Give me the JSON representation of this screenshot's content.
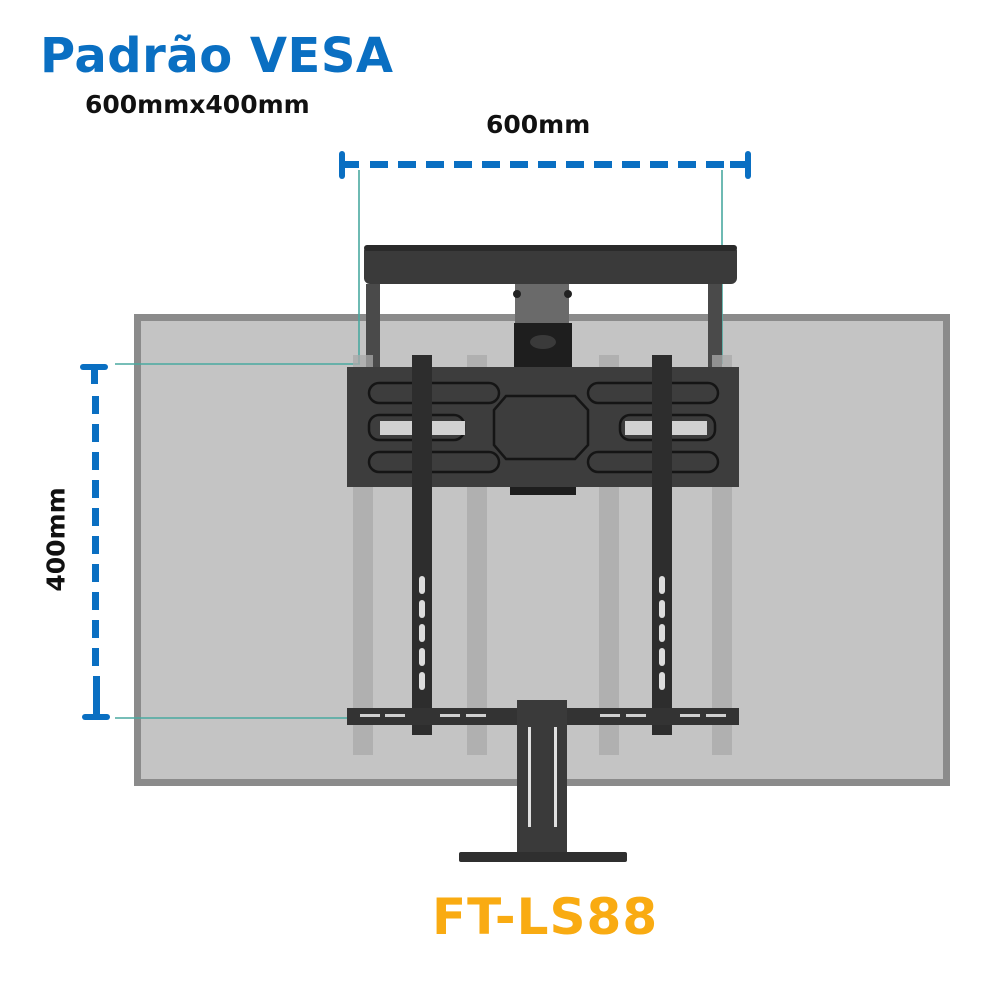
{
  "header": {
    "title": "Padrão VESA",
    "subtitle": "600mmx400mm"
  },
  "dimensions": {
    "width_label": "600mm",
    "height_label": "400mm"
  },
  "product": {
    "model": "FT-LS88"
  },
  "colors": {
    "title_blue": "#0a6fc2",
    "dimension_blue": "#0a6fc2",
    "model_orange": "#f9ab12",
    "guide_teal": "#4aa9a0",
    "tv_screen": "#c4c4c4",
    "tv_frame": "#8b8b8b",
    "mount_dark": "#2f2f2f"
  }
}
